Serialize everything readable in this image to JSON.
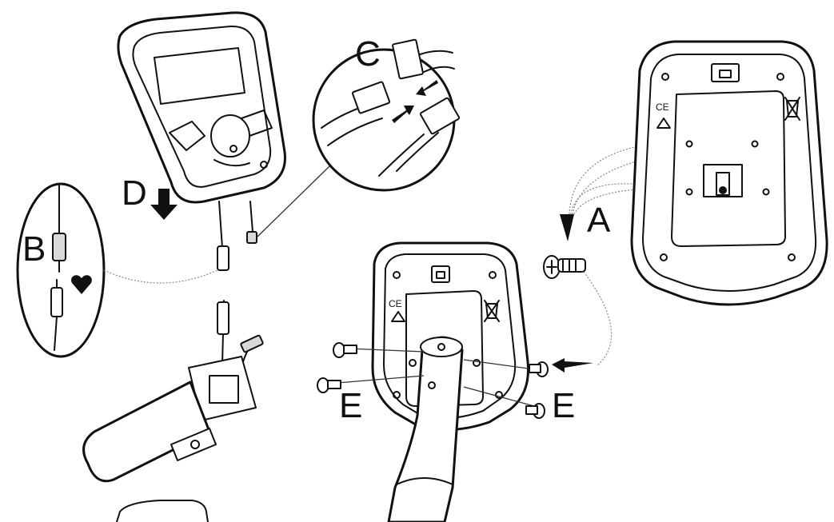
{
  "labels": {
    "a": "A",
    "b": "B",
    "c": "C",
    "d": "D",
    "e_left": "E",
    "e_right": "E"
  },
  "icons": [
    "heart-icon",
    "down-arrow-icon",
    "ce-mark-icon",
    "recycle-icon",
    "weee-bin-icon"
  ],
  "colors": {
    "line": "#111111",
    "background": "#ffffff"
  }
}
